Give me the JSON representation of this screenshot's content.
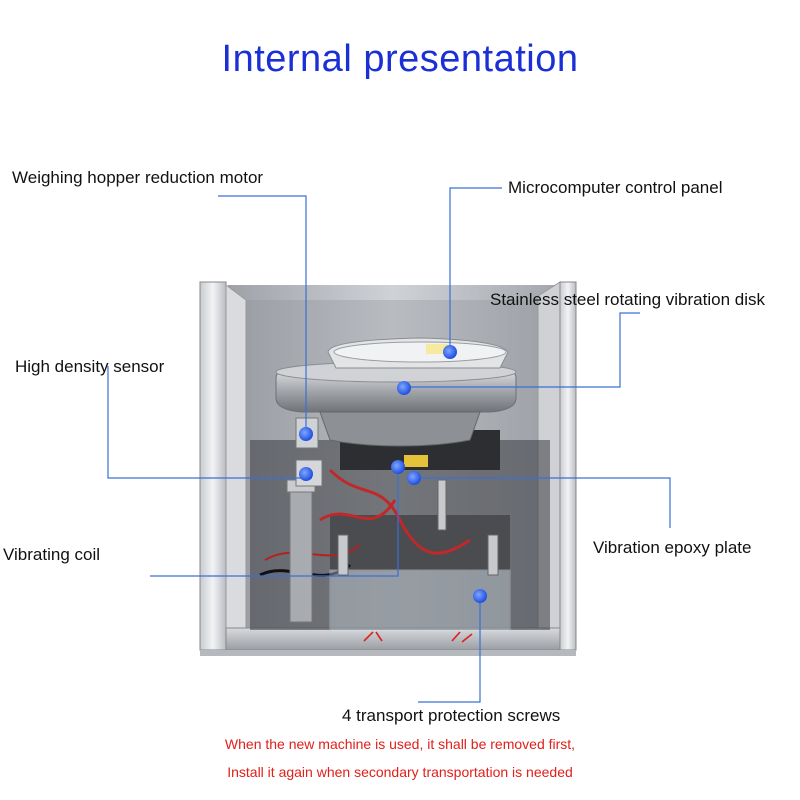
{
  "title": "Internal presentation",
  "labels": {
    "weighing_hopper_reduction_motor": "Weighing hopper reduction motor",
    "microcomputer_control_panel": "Microcomputer control panel",
    "stainless_steel_rotating_vibration_disk": "Stainless steel rotating vibration disk",
    "high_density_sensor": "High density sensor",
    "vibrating_coil": "Vibrating coil",
    "vibration_epoxy_plate": "Vibration epoxy plate",
    "transport_protection_screws": "4 transport protection screws"
  },
  "notes": {
    "line1": "When the new machine is used, it shall be removed first,",
    "line2": "Install it again when secondary transportation is needed"
  },
  "colors": {
    "title": "#1b2fd6",
    "leader_line": "#3a6fd8",
    "marker_dot": "#2a5ff5",
    "note_text": "#e0201a",
    "arrow": "#e0201a"
  }
}
